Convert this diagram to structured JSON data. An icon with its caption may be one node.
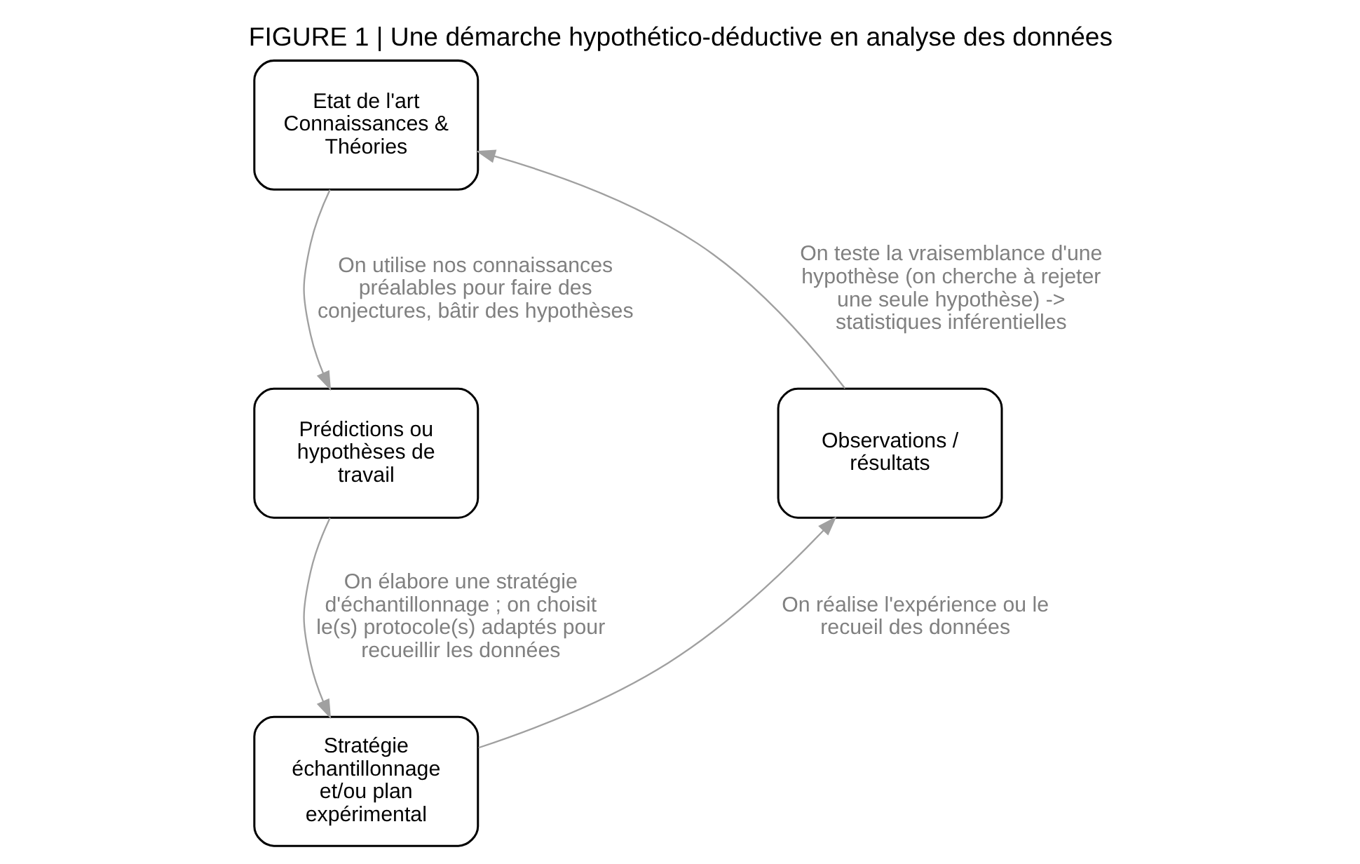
{
  "diagram": {
    "title": "FIGURE 1 | Une démarche hypothético-déductive en analyse des données",
    "nodes": [
      {
        "text": [
          "Etat de l'art",
          "Connaissances & Théories"
        ]
      },
      {
        "text": [
          "Observations / résultats"
        ]
      },
      {
        "text": [
          "Prédictions ou hypothèses de travail"
        ]
      },
      {
        "text": [
          "Stratégie échantillonnage et/ou plan expérimental"
        ]
      }
    ],
    "edges": [
      {
        "from": 0,
        "to": 2,
        "arrow": "to",
        "label": "On utilise nos connaissances préalables pour faire des conjectures, bâtir des hypothèses"
      },
      {
        "from": 2,
        "to": 3,
        "arrow": "to",
        "label": "On élabore une stratégie d'échantillonnage ; on choisit le(s) protocole(s) adaptés pour recueillir les données"
      },
      {
        "from": 3,
        "to": 1,
        "arrow": "to",
        "label": "On réalise l'expérience ou le recueil des données"
      },
      {
        "from": 1,
        "to": 0,
        "arrow": "to",
        "label": "On teste la vraisemblance d'une hypothèse (on cherche à rejeter une seule hypothèse) -> statistiques inférentielles"
      }
    ]
  }
}
